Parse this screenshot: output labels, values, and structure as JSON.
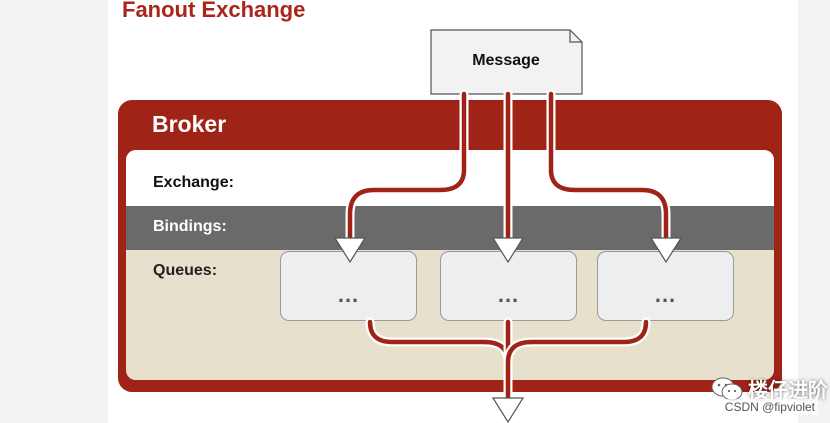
{
  "title": "Fanout Exchange",
  "broker": {
    "label": "Broker"
  },
  "rows": {
    "exchange": "Exchange:",
    "bindings": "Bindings:",
    "queues": "Queues:"
  },
  "message": {
    "label": "Message"
  },
  "queues": [
    {
      "label": "..."
    },
    {
      "label": "..."
    },
    {
      "label": "..."
    }
  ],
  "watermark": {
    "account": "楼仔进阶",
    "source": "CSDN @fipviolet"
  },
  "colors": {
    "accent": "#a02318",
    "bindings_band": "#6a6a6a",
    "queues_band": "#e6e0cc"
  }
}
